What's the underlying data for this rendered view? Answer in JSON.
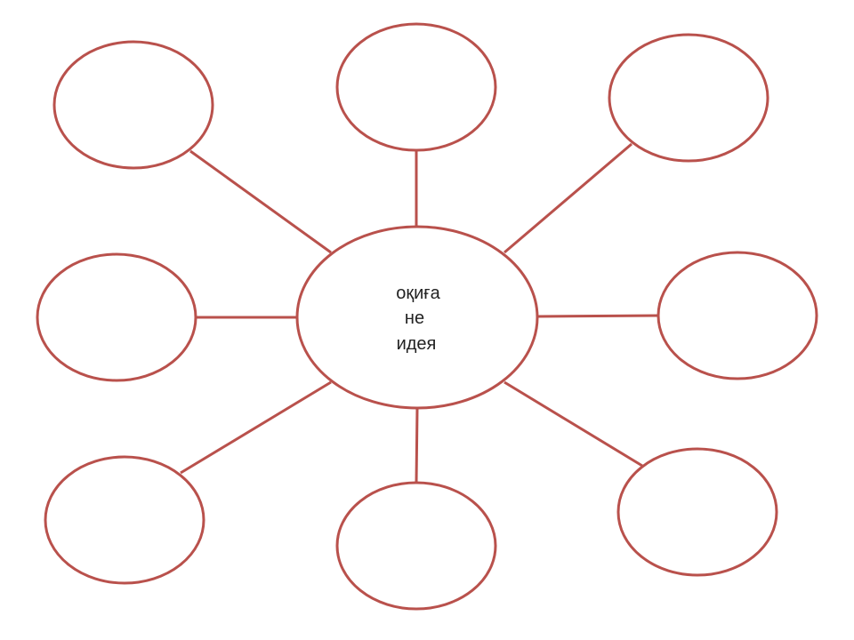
{
  "diagram": {
    "type": "spider-map",
    "center": {
      "lines": [
        "оқиға",
        "не",
        "идея"
      ]
    },
    "branches": [
      {
        "label": ""
      },
      {
        "label": ""
      },
      {
        "label": ""
      },
      {
        "label": ""
      },
      {
        "label": ""
      },
      {
        "label": ""
      },
      {
        "label": ""
      },
      {
        "label": ""
      }
    ],
    "colors": {
      "stroke": "#b9514c",
      "text": "#222222"
    }
  }
}
